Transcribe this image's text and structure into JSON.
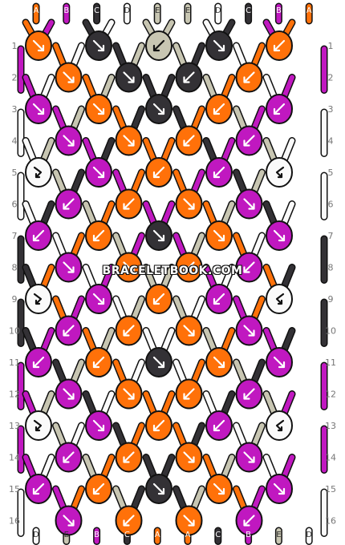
{
  "colors": {
    "A": "#ff7109",
    "B": "#c018c0",
    "C": "#333135",
    "D": "#fafafa",
    "E": "#c8c6b2"
  },
  "watermark": "BRACELETBOOK.COM",
  "top_strings": [
    "A",
    "B",
    "C",
    "D",
    "E",
    "E",
    "D",
    "C",
    "B",
    "A"
  ],
  "bottom_strings": [
    "D",
    "E",
    "B",
    "C",
    "A",
    "A",
    "C",
    "B",
    "E",
    "D"
  ],
  "row_labels": [
    "1",
    "2",
    "3",
    "4",
    "5",
    "6",
    "7",
    "8",
    "9",
    "10",
    "11",
    "12",
    "13",
    "14",
    "15",
    "16"
  ],
  "knot_rows": [
    [
      [
        "A",
        "dr"
      ],
      [
        "C",
        "dr"
      ],
      [
        "E",
        "dl"
      ],
      [
        "C",
        "dr"
      ],
      [
        "A",
        "dl"
      ]
    ],
    [
      [
        "A",
        "dr"
      ],
      [
        "C",
        "dr"
      ],
      [
        "C",
        "dl"
      ],
      [
        "A",
        "dl"
      ]
    ],
    [
      [
        "B",
        "dr"
      ],
      [
        "A",
        "dr"
      ],
      [
        "C",
        "dr"
      ],
      [
        "A",
        "dl"
      ],
      [
        "B",
        "dl"
      ]
    ],
    [
      [
        "B",
        "dr"
      ],
      [
        "A",
        "dr"
      ],
      [
        "A",
        "dl"
      ],
      [
        "B",
        "dl"
      ]
    ],
    [
      [
        "D",
        "rl"
      ],
      [
        "B",
        "dr"
      ],
      [
        "A",
        "dl"
      ],
      [
        "B",
        "dl"
      ],
      [
        "D",
        "lr"
      ]
    ],
    [
      [
        "B",
        "dl"
      ],
      [
        "A",
        "dl"
      ],
      [
        "A",
        "dr"
      ],
      [
        "B",
        "dr"
      ]
    ],
    [
      [
        "B",
        "dl"
      ],
      [
        "A",
        "dl"
      ],
      [
        "C",
        "dr"
      ],
      [
        "A",
        "dr"
      ],
      [
        "B",
        "dr"
      ]
    ],
    [
      [
        "B",
        "dr"
      ],
      [
        "A",
        "dr"
      ],
      [
        "A",
        "dl"
      ],
      [
        "B",
        "dl"
      ]
    ],
    [
      [
        "D",
        "rl"
      ],
      [
        "B",
        "dr"
      ],
      [
        "A",
        "dl"
      ],
      [
        "B",
        "dl"
      ],
      [
        "D",
        "lr"
      ]
    ],
    [
      [
        "B",
        "dl"
      ],
      [
        "A",
        "dl"
      ],
      [
        "A",
        "dr"
      ],
      [
        "B",
        "dr"
      ]
    ],
    [
      [
        "B",
        "dl"
      ],
      [
        "A",
        "dl"
      ],
      [
        "C",
        "dr"
      ],
      [
        "A",
        "dr"
      ],
      [
        "B",
        "dr"
      ]
    ],
    [
      [
        "B",
        "dr"
      ],
      [
        "A",
        "dr"
      ],
      [
        "A",
        "dl"
      ],
      [
        "B",
        "dl"
      ]
    ],
    [
      [
        "D",
        "rl"
      ],
      [
        "B",
        "dr"
      ],
      [
        "A",
        "dl"
      ],
      [
        "B",
        "dl"
      ],
      [
        "D",
        "lr"
      ]
    ],
    [
      [
        "B",
        "dl"
      ],
      [
        "A",
        "dl"
      ],
      [
        "A",
        "dr"
      ],
      [
        "B",
        "dr"
      ]
    ],
    [
      [
        "B",
        "dl"
      ],
      [
        "A",
        "dl"
      ],
      [
        "C",
        "dr"
      ],
      [
        "A",
        "dr"
      ],
      [
        "B",
        "dr"
      ]
    ],
    [
      [
        "B",
        "dr"
      ],
      [
        "A",
        "dl"
      ],
      [
        "A",
        "dr"
      ],
      [
        "B",
        "dl"
      ]
    ]
  ]
}
